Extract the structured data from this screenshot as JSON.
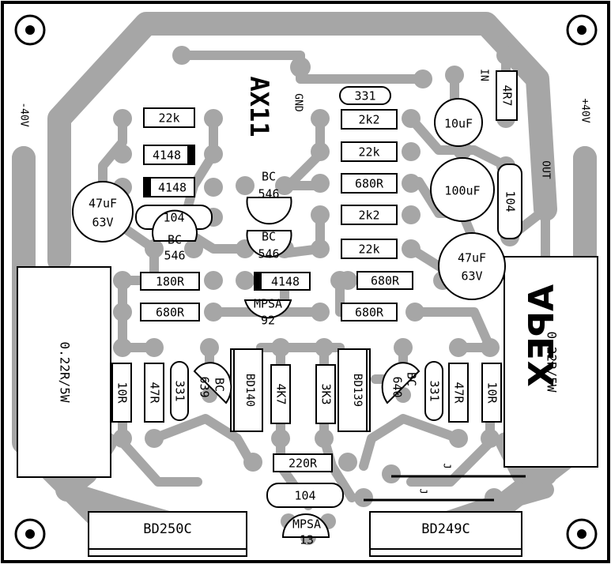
{
  "board": {
    "title": "AX11",
    "logo": "APEX",
    "labels": {
      "gnd": "GND",
      "in": "IN",
      "out": "OUT",
      "pos": "+40V",
      "neg": "-40V",
      "j1": "J",
      "j2": "J"
    }
  },
  "resistors": {
    "r_22k_top": "22k",
    "r_2k2_a": "2k2",
    "r_22k_a": "22k",
    "r_680r_a": "680R",
    "r_2k2_b": "2k2",
    "r_22k_b": "22k",
    "r_180r": "180R",
    "r_680r_left": "680R",
    "r_680r_mid": "680R",
    "r_680r_b": "680R",
    "r_331": "331",
    "r_4r7": "4R7",
    "r_10r_left": "10R",
    "r_47r_left": "47R",
    "r_331_left": "331",
    "r_4k7": "4K7",
    "r_3k3": "3K3",
    "r_331_right": "331",
    "r_47r_right": "47R",
    "r_10r_right": "10R",
    "r_220r": "220R",
    "r_022_left": "0.22R/5W",
    "r_022_right": "0.22R/5W"
  },
  "diodes": {
    "d1": "4148",
    "d2": "4148",
    "d3": "4148"
  },
  "capacitors": {
    "c_47uf_left": "47uF",
    "c_47uf_left_v": "63V",
    "c_104_left": "104",
    "c_10uf": "10uF",
    "c_100uf": "100uF",
    "c_104_right": "104",
    "c_47uf_right": "47uF",
    "c_47uf_right_v": "63V",
    "c_104_bottom": "104"
  },
  "transistors": {
    "t_bc546_a_1": "BC",
    "t_bc546_a_2": "546",
    "t_bc546_b_1": "BC",
    "t_bc546_b_2": "546",
    "t_bc546_c_1": "BC",
    "t_bc546_c_2": "546",
    "t_mpsa92_1": "MPSA",
    "t_mpsa92_2": "92",
    "t_bc639_1": "BC",
    "t_bc639_2": "639",
    "t_bd140": "BD140",
    "t_bd139": "BD139",
    "t_bc640_1": "BC",
    "t_bc640_2": "640",
    "t_mpsa13_1": "MPSA",
    "t_mpsa13_2": "13",
    "t_bd250c": "BD250C",
    "t_bd249c": "BD249C"
  },
  "colors": {
    "copper": "#a6a6a6",
    "silkscreen": "#000000",
    "board": "#ffffff"
  }
}
